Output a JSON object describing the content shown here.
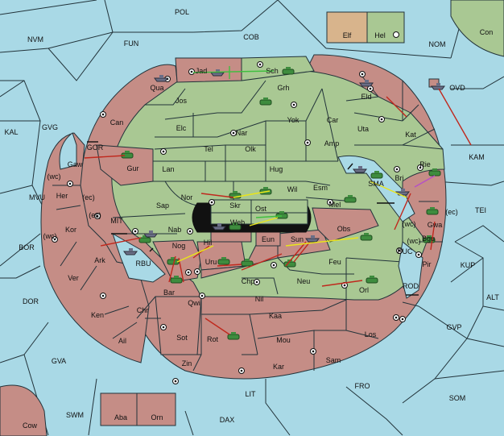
{
  "legend": {
    "elf": "Elf",
    "hel": "Hel"
  },
  "sea_labels": [
    {
      "id": "POL",
      "t": "POL"
    },
    {
      "id": "NVM",
      "t": "NVM"
    },
    {
      "id": "FUN",
      "t": "FUN"
    },
    {
      "id": "COB",
      "t": "COB"
    },
    {
      "id": "NOM",
      "t": "NOM"
    },
    {
      "id": "Con",
      "t": "Con"
    },
    {
      "id": "OVD",
      "t": "OVD"
    },
    {
      "id": "KAL",
      "t": "KAL"
    },
    {
      "id": "GVG",
      "t": "GVG"
    },
    {
      "id": "GOR",
      "t": "GOR"
    },
    {
      "id": "MVU",
      "t": "MVU"
    },
    {
      "id": "KAM",
      "t": "KAM"
    },
    {
      "id": "SMA",
      "t": "SMA"
    },
    {
      "id": "TEI",
      "t": "TEI"
    },
    {
      "id": "BOR",
      "t": "BOR"
    },
    {
      "id": "MIT",
      "t": "MIT"
    },
    {
      "id": "RBU",
      "t": "RBU"
    },
    {
      "id": "BUC",
      "t": "BUC"
    },
    {
      "id": "KUP",
      "t": "KUP"
    },
    {
      "id": "DOR",
      "t": "DOR"
    },
    {
      "id": "ROD",
      "t": "ROD"
    },
    {
      "id": "ALT",
      "t": "ALT"
    },
    {
      "id": "GVP",
      "t": "GVP"
    },
    {
      "id": "GVA",
      "t": "GVA"
    },
    {
      "id": "FRO",
      "t": "FRO"
    },
    {
      "id": "LIT",
      "t": "LIT"
    },
    {
      "id": "SOM",
      "t": "SOM"
    },
    {
      "id": "SWM",
      "t": "SWM"
    },
    {
      "id": "DAX",
      "t": "DAX"
    },
    {
      "id": "Cow",
      "t": "Cow"
    },
    {
      "id": "Aba",
      "t": "Aba"
    },
    {
      "id": "Orn",
      "t": "Orn"
    }
  ],
  "land_labels": [
    {
      "id": "Jad",
      "t": "Jad"
    },
    {
      "id": "Sch",
      "t": "Sch"
    },
    {
      "id": "Qua",
      "t": "Qua"
    },
    {
      "id": "Grh",
      "t": "Grh"
    },
    {
      "id": "Jos",
      "t": "Jos"
    },
    {
      "id": "Eld",
      "t": "Eld"
    },
    {
      "id": "Can",
      "t": "Can"
    },
    {
      "id": "Yok",
      "t": "Yok"
    },
    {
      "id": "Car",
      "t": "Car"
    },
    {
      "id": "Uta",
      "t": "Uta"
    },
    {
      "id": "Elc",
      "t": "Elc"
    },
    {
      "id": "Nar",
      "t": "Nar"
    },
    {
      "id": "Kat",
      "t": "Kat"
    },
    {
      "id": "Gaw",
      "t": "Gaw"
    },
    {
      "id": "Tel",
      "t": "Tel"
    },
    {
      "id": "Olk",
      "t": "Olk"
    },
    {
      "id": "Amp",
      "t": "Amp"
    },
    {
      "id": "Gur",
      "t": "Gur"
    },
    {
      "id": "Lan",
      "t": "Lan"
    },
    {
      "id": "Hug",
      "t": "Hug"
    },
    {
      "id": "Rie",
      "t": "Rie"
    },
    {
      "id": "Bri",
      "t": "Bri"
    },
    {
      "id": "wc1",
      "t": "(wc)"
    },
    {
      "id": "Her",
      "t": "Her"
    },
    {
      "id": "ec1",
      "t": "(ec)"
    },
    {
      "id": "Nor",
      "t": "Nor"
    },
    {
      "id": "Wil",
      "t": "Wil"
    },
    {
      "id": "Esm",
      "t": "Esm"
    },
    {
      "id": "Skr",
      "t": "Skr"
    },
    {
      "id": "Mel",
      "t": "Mel"
    },
    {
      "id": "Sap",
      "t": "Sap"
    },
    {
      "id": "Ost",
      "t": "Ost"
    },
    {
      "id": "ec2",
      "t": "(ec)"
    },
    {
      "id": "Web",
      "t": "Web"
    },
    {
      "id": "Kor",
      "t": "Kor"
    },
    {
      "id": "wc2",
      "t": "(wc)"
    },
    {
      "id": "ec3",
      "t": "(ec)"
    },
    {
      "id": "Gwa",
      "t": "Gwa"
    },
    {
      "id": "Nab",
      "t": "Nab"
    },
    {
      "id": "Obs",
      "t": "Obs"
    },
    {
      "id": "wc3",
      "t": "(wc)"
    },
    {
      "id": "Eun",
      "t": "Eun"
    },
    {
      "id": "Bgu",
      "t": "Bgu"
    },
    {
      "id": "Sun",
      "t": "Sun"
    },
    {
      "id": "wc4",
      "t": "(wc)"
    },
    {
      "id": "Nog",
      "t": "Nog"
    },
    {
      "id": "Hil",
      "t": "Hil"
    },
    {
      "id": "Ark",
      "t": "Ark"
    },
    {
      "id": "Uru",
      "t": "Uru"
    },
    {
      "id": "Feu",
      "t": "Feu"
    },
    {
      "id": "Pir",
      "t": "Pir"
    },
    {
      "id": "Ver",
      "t": "Ver"
    },
    {
      "id": "Chp",
      "t": "Chp"
    },
    {
      "id": "Neu",
      "t": "Neu"
    },
    {
      "id": "Orl",
      "t": "Orl"
    },
    {
      "id": "Bar",
      "t": "Bar"
    },
    {
      "id": "Qwi",
      "t": "Qwi"
    },
    {
      "id": "Nil",
      "t": "Nil"
    },
    {
      "id": "Chr",
      "t": "Chr"
    },
    {
      "id": "Ken",
      "t": "Ken"
    },
    {
      "id": "Kaa",
      "t": "Kaa"
    },
    {
      "id": "Ail",
      "t": "Ail"
    },
    {
      "id": "Sot",
      "t": "Sot"
    },
    {
      "id": "Rot",
      "t": "Rot"
    },
    {
      "id": "Mou",
      "t": "Mou"
    },
    {
      "id": "Los",
      "t": "Los"
    },
    {
      "id": "Zin",
      "t": "Zin"
    },
    {
      "id": "Kar",
      "t": "Kar"
    },
    {
      "id": "Sam",
      "t": "Sam"
    }
  ]
}
